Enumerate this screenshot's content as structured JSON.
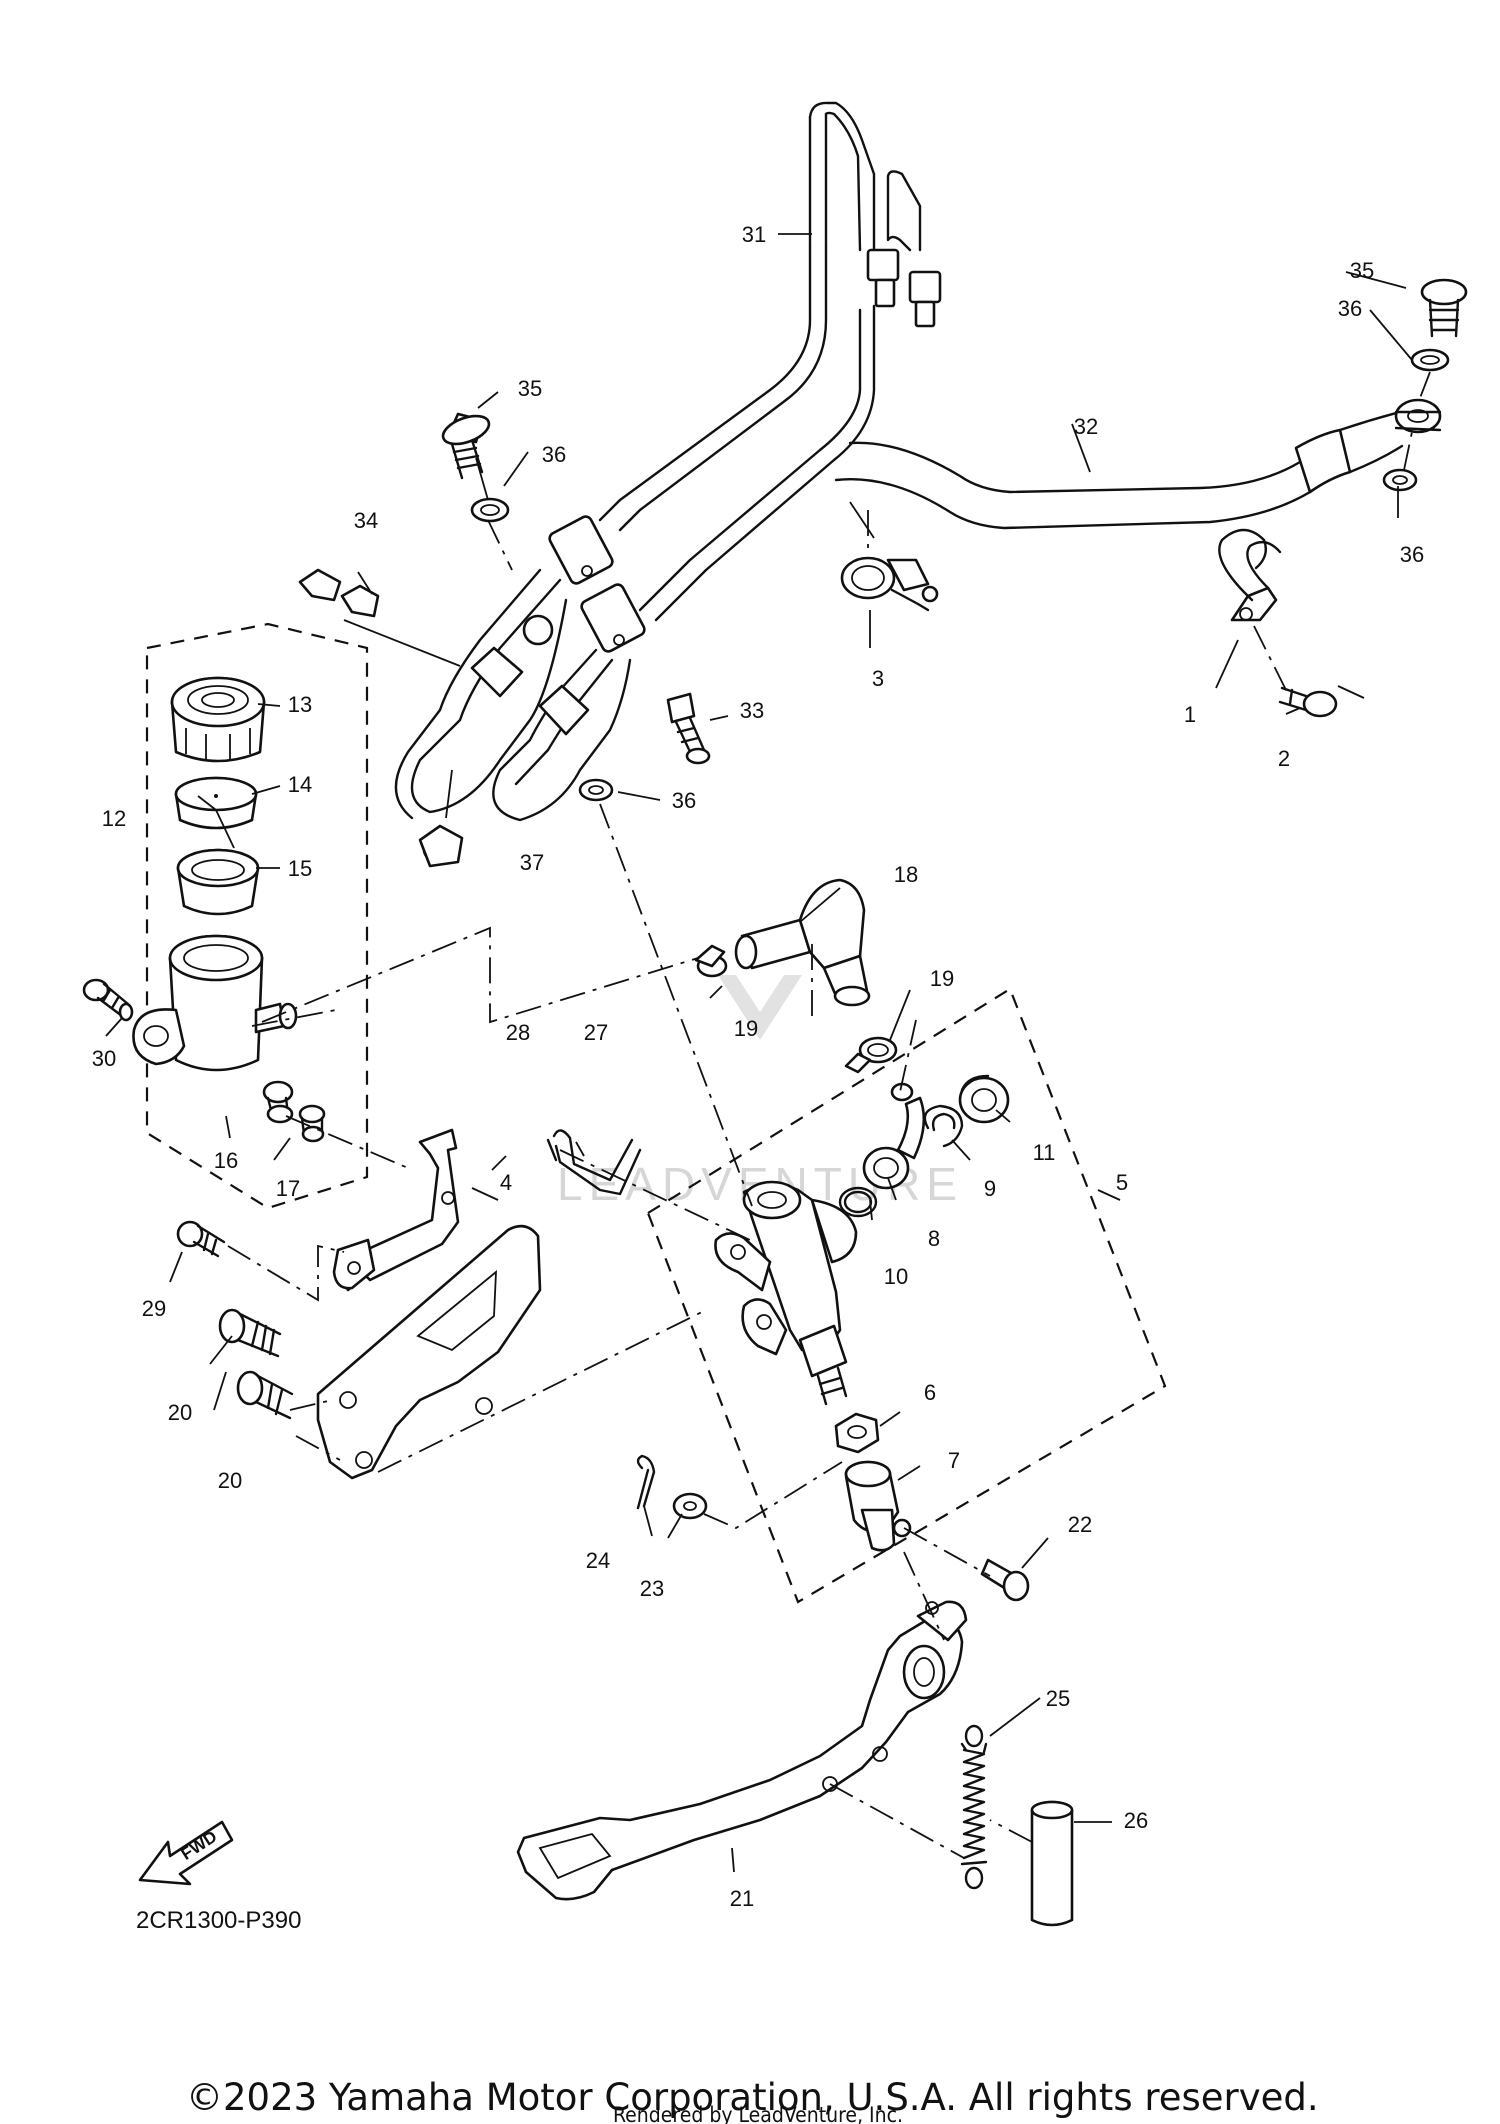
{
  "diagram_code": "2CR1300-P390",
  "fwd_label": "FWD",
  "watermark": "LEADVENTURE",
  "copyright": "©2023 Yamaha Motor Corporation, U.S.A. All rights reserved.",
  "rendered_by": "Rendered by LeadVenture, Inc.",
  "callouts": [
    "1",
    "2",
    "3",
    "4",
    "5",
    "6",
    "7",
    "8",
    "9",
    "10",
    "11",
    "12",
    "13",
    "14",
    "15",
    "16",
    "17",
    "18",
    "19",
    "19",
    "20",
    "20",
    "21",
    "22",
    "23",
    "24",
    "25",
    "26",
    "27",
    "28",
    "29",
    "30",
    "31",
    "32",
    "33",
    "34",
    "35",
    "35",
    "36",
    "36",
    "36",
    "36",
    "37"
  ]
}
